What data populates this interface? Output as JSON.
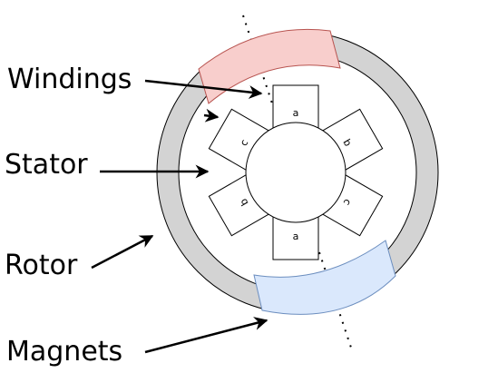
{
  "labels": {
    "windings": "Windings",
    "stator": "Stator",
    "rotor": "Rotor",
    "magnets": "Magnets"
  },
  "phases": {
    "top": "a",
    "bottom": "a",
    "upper_right": "b",
    "lower_left": "b",
    "upper_left": "c",
    "lower_right": "c"
  },
  "colors": {
    "rotor_ring": "#d3d3d3",
    "winding_arc": "#f8cecc",
    "winding_arc_stroke": "#b85450",
    "magnet_arc": "#dae8fc",
    "magnet_arc_stroke": "#6c8ebf",
    "line": "#000000"
  }
}
